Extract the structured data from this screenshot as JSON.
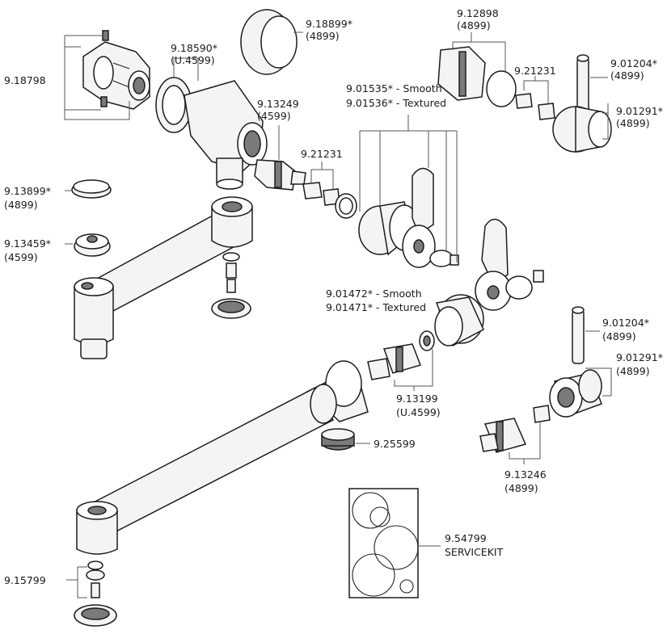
{
  "callouts": {
    "c_9_18798": {
      "part": "9.18798"
    },
    "c_9_18590": {
      "part": "9.18590*",
      "sub": "(U.4599)"
    },
    "c_9_18899": {
      "part": "9.18899*",
      "sub": "(4899)"
    },
    "c_9_12898": {
      "part": "9.12898",
      "sub": "(4899)"
    },
    "c_9_21231_top": {
      "part": "9.21231"
    },
    "c_9_01204_top": {
      "part": "9.01204*",
      "sub": "(4899)"
    },
    "c_9_01291_top": {
      "part": "9.01291*",
      "sub": "(4899)"
    },
    "c_9_01535": {
      "part": "9.01535* - Smooth",
      "sub": "9.01536* - Textured"
    },
    "c_9_13249": {
      "part": "9.13249",
      "sub": "(4599)"
    },
    "c_9_21231_mid": {
      "part": "9.21231"
    },
    "c_9_13899": {
      "part": "9.13899*",
      "sub": "(4899)"
    },
    "c_9_13459": {
      "part": "9.13459*",
      "sub": "(4599)"
    },
    "c_9_01472": {
      "part": "9.01472* - Smooth",
      "sub": "9.01471* - Textured"
    },
    "c_9_01204_bot": {
      "part": "9.01204*",
      "sub": "(4899)"
    },
    "c_9_01291_bot": {
      "part": "9.01291*",
      "sub": "(4899)"
    },
    "c_9_13199": {
      "part": "9.13199",
      "sub": "(U.4599)"
    },
    "c_9_25599": {
      "part": "9.25599"
    },
    "c_9_13246": {
      "part": "9.13246",
      "sub": "(4899)"
    },
    "c_9_54799": {
      "part": "9.54799",
      "sub": "SERVICEKIT"
    },
    "c_9_15799": {
      "part": "9.15799"
    }
  }
}
